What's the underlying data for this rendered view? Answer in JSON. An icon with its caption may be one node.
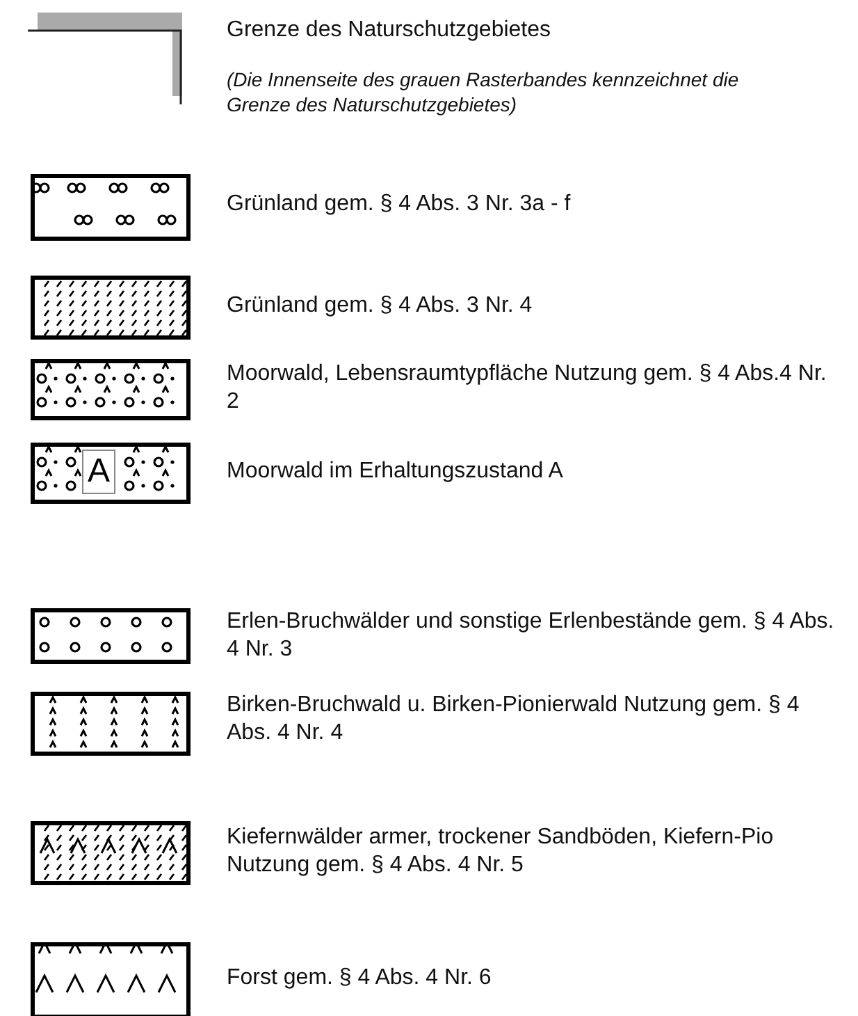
{
  "diagram": {
    "labels": [
      "(Die Innenseite des grauen Rasterbandes kennzeichnet die Grenze des Naturschutzgebietes)",
      "A"
    ],
    "legend": [
      {
        "text": "Grenze des Naturschutzgebietes"
      },
      {
        "text": "Grünland gem. § 4 Abs. 3 Nr. 3a - f"
      },
      {
        "text": "Grünland gem. § 4 Abs. 3 Nr. 4"
      },
      {
        "text": "Moorwald, Lebensraumtypfläche Nutzung gem. § 4 Abs.4 Nr. 2"
      },
      {
        "text": "Moorwald im Erhaltungszustand A"
      },
      {
        "text": "Erlen-Bruchwälder und sonstige Erlenbestände gem. § 4 Abs. 4 Nr. 3"
      },
      {
        "text": "Birken-Bruchwald u. Birken-Pionierwald Nutzung gem. § 4 Abs. 4 Nr. 4"
      },
      {
        "text": "Kiefernwälder armer, trockener Sandböden, Kiefern-Pio Nutzung gem. § 4 Abs. 4 Nr. 5"
      },
      {
        "text": "Forst gem. § 4 Abs. 4 Nr. 6"
      }
    ]
  }
}
